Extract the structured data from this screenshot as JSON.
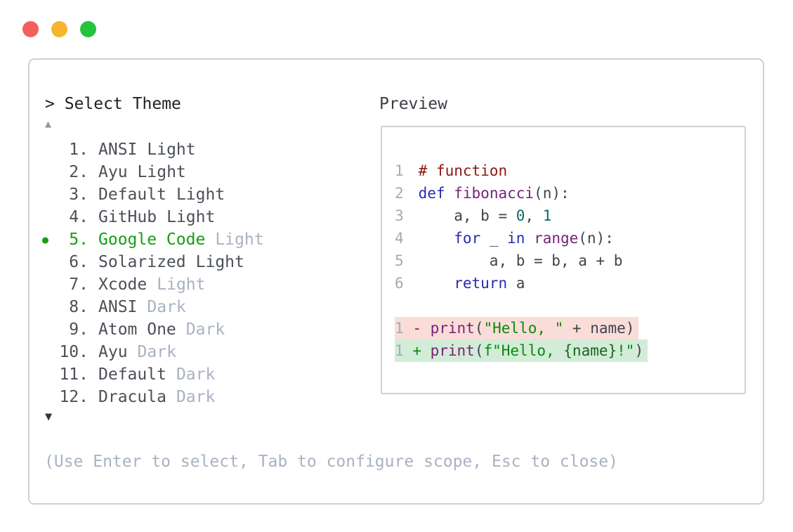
{
  "window": {
    "traffic_lights": [
      {
        "name": "close"
      },
      {
        "name": "minimize"
      },
      {
        "name": "maximize"
      }
    ]
  },
  "selector": {
    "prompt": "> Select Theme",
    "scroll_up_icon": "▲",
    "scroll_down_icon": "▼",
    "selected_bullet_icon": "●",
    "items": [
      {
        "number": "1.",
        "name": "ANSI",
        "variant": "Light",
        "variant_muted": false,
        "selected": false
      },
      {
        "number": "2.",
        "name": "Ayu",
        "variant": "Light",
        "variant_muted": false,
        "selected": false
      },
      {
        "number": "3.",
        "name": "Default",
        "variant": "Light",
        "variant_muted": false,
        "selected": false
      },
      {
        "number": "4.",
        "name": "GitHub",
        "variant": "Light",
        "variant_muted": false,
        "selected": false
      },
      {
        "number": "5.",
        "name": "Google Code",
        "variant": "Light",
        "variant_muted": true,
        "selected": true
      },
      {
        "number": "6.",
        "name": "Solarized",
        "variant": "Light",
        "variant_muted": false,
        "selected": false
      },
      {
        "number": "7.",
        "name": "Xcode",
        "variant": "Light",
        "variant_muted": true,
        "selected": false
      },
      {
        "number": "8.",
        "name": "ANSI",
        "variant": "Dark",
        "variant_muted": true,
        "selected": false
      },
      {
        "number": "9.",
        "name": "Atom One",
        "variant": "Dark",
        "variant_muted": true,
        "selected": false
      },
      {
        "number": "10.",
        "name": "Ayu",
        "variant": "Dark",
        "variant_muted": true,
        "selected": false
      },
      {
        "number": "11.",
        "name": "Default",
        "variant": "Dark",
        "variant_muted": true,
        "selected": false
      },
      {
        "number": "12.",
        "name": "Dracula",
        "variant": "Dark",
        "variant_muted": true,
        "selected": false
      }
    ],
    "help_text": "(Use Enter to select, Tab to configure scope, Esc to close)"
  },
  "preview": {
    "title": "Preview",
    "lines": [
      {
        "kind": "code",
        "num": "1",
        "tokens": [
          [
            "# function",
            "comment"
          ]
        ]
      },
      {
        "kind": "code",
        "num": "2",
        "tokens": [
          [
            "def",
            "keyword"
          ],
          [
            " ",
            "plain"
          ],
          [
            "fibonacci",
            "function"
          ],
          [
            "(n):",
            "plain"
          ]
        ]
      },
      {
        "kind": "code",
        "num": "3",
        "tokens": [
          [
            "    a, b = ",
            "plain"
          ],
          [
            "0",
            "number"
          ],
          [
            ", ",
            "plain"
          ],
          [
            "1",
            "number"
          ]
        ]
      },
      {
        "kind": "code",
        "num": "4",
        "tokens": [
          [
            "    ",
            "plain"
          ],
          [
            "for",
            "keyword"
          ],
          [
            " _ ",
            "plain"
          ],
          [
            "in",
            "keyword"
          ],
          [
            " ",
            "plain"
          ],
          [
            "range",
            "function"
          ],
          [
            "(n):",
            "plain"
          ]
        ]
      },
      {
        "kind": "code",
        "num": "5",
        "tokens": [
          [
            "        a, b = b, a + b",
            "plain"
          ]
        ]
      },
      {
        "kind": "code",
        "num": "6",
        "tokens": [
          [
            "    ",
            "plain"
          ],
          [
            "return",
            "keyword"
          ],
          [
            " a",
            "plain"
          ]
        ]
      },
      {
        "kind": "blank"
      },
      {
        "kind": "diff",
        "num": "1",
        "bg": "removed",
        "tokens": [
          [
            "- ",
            "diff_del"
          ],
          [
            "print",
            "function"
          ],
          [
            "(",
            "plain"
          ],
          [
            "\"Hello, \"",
            "string"
          ],
          [
            " + name)",
            "plain"
          ]
        ]
      },
      {
        "kind": "diff",
        "num": "1",
        "bg": "added",
        "tokens": [
          [
            "+ ",
            "diff_add"
          ],
          [
            "print",
            "function"
          ],
          [
            "(",
            "plain"
          ],
          [
            "f\"Hello, ",
            "string"
          ],
          [
            "{name}",
            "interp"
          ],
          [
            "!\"",
            "string"
          ],
          [
            ")",
            "plain"
          ]
        ]
      }
    ]
  },
  "colors": {
    "panel_border": "#ccd1d9",
    "prompt_text": "#1d2025",
    "preview_title": "#3a3e45",
    "item_text": "#4b5058",
    "muted_text": "#a9b2c2",
    "selected_green": "#12a012",
    "scroll_up": "#8d98ab",
    "scroll_down": "#34383e",
    "linenum": "#a4abb8",
    "code_plain": "#3f444b",
    "code_keyword": "#2a2ab2",
    "code_function": "#772277",
    "code_comment": "#8c1a10",
    "code_number": "#0d6a6a",
    "code_string": "#0a8a0a",
    "code_interp": "#1c641c",
    "diff_del_sign": "#9a1a10",
    "diff_add_sign": "#0a8a0a",
    "diff_removed_bg": "#fadcd9",
    "diff_added_bg": "#d2ecd8",
    "traffic_red": "#f4605c",
    "traffic_yellow": "#f5b52e",
    "traffic_green": "#27c23d"
  }
}
